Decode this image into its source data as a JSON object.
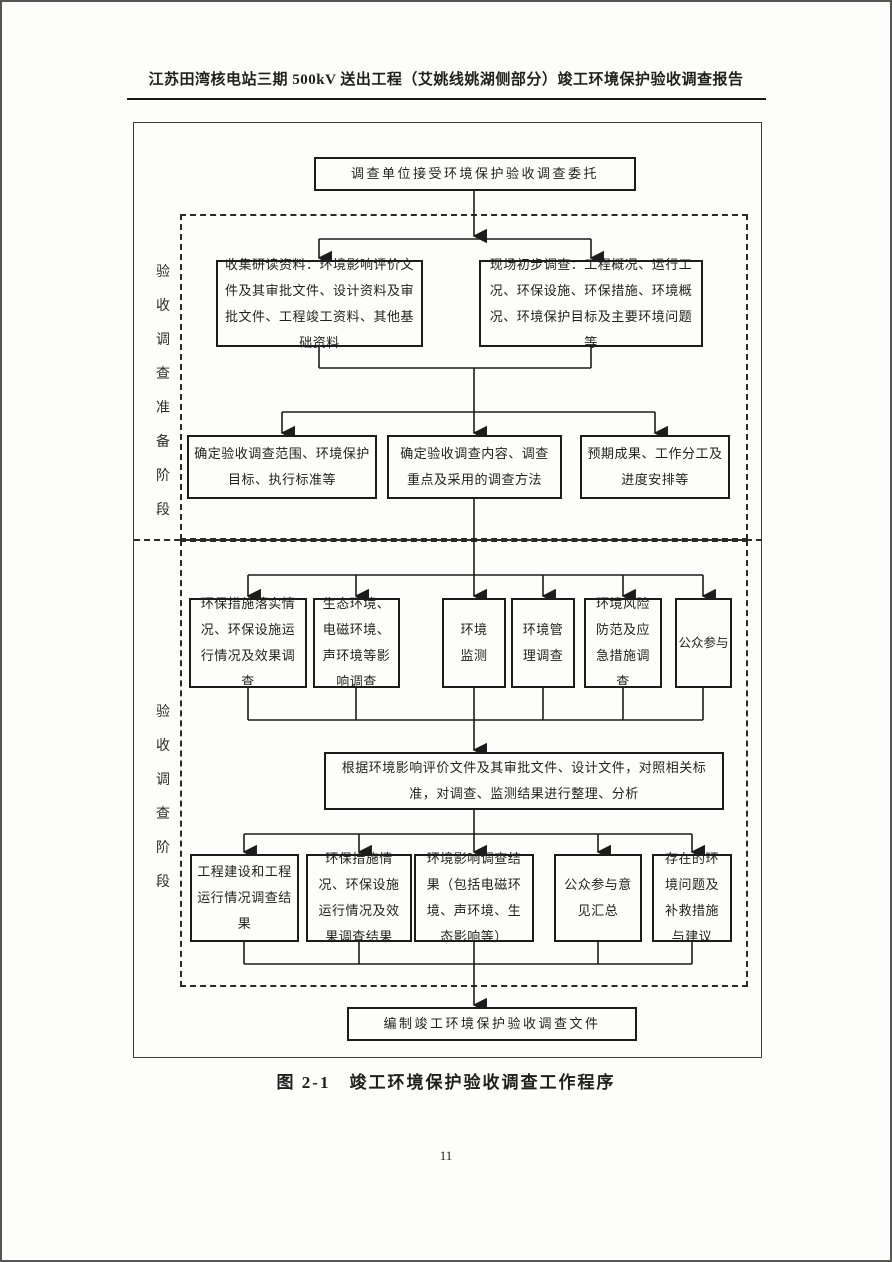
{
  "header": {
    "title": "江苏田湾核电站三期 500kV 送出工程（艾姚线姚湖侧部分）竣工环境保护验收调查报告"
  },
  "figure": {
    "caption": "图 2-1　竣工环境保护验收调查工作程序",
    "stages": {
      "prepare": "验收调查准备阶段",
      "survey": "验收调查阶段"
    },
    "nodes": {
      "start": "调查单位接受环境保护验收调查委托",
      "collect": "收集研读资料：环境影响评价文件及其审批文件、设计资料及审批文件、工程竣工资料、其他基础资料",
      "site_survey": "现场初步调查：工程概况、运行工况、环保设施、环保措施、环境概况、环境保护目标及主要环境问题等",
      "scope": "确定验收调查范围、环境保护目标、执行标准等",
      "content": "确定验收调查内容、调查重点及采用的调查方法",
      "plan": "预期成果、工作分工及进度安排等",
      "measures_survey": "环保措施落实情况、环保设施运行情况及效果调查",
      "impact_survey": "生态环境、电磁环境、声环境等影响调查",
      "monitoring": "环境监测",
      "management": "环境管理调查",
      "risk": "环境风险防范及应急措施调查",
      "public": "公众参与",
      "analysis": "根据环境影响评价文件及其审批文件、设计文件，对照相关标准，对调查、监测结果进行整理、分析",
      "result_project": "工程建设和工程运行情况调查结果",
      "result_measures": "环保措施情况、环保设施运行情况及效果调查结果",
      "result_impact": "环境影响调查结果（包括电磁环境、声环境、生态影响等）",
      "result_public": "公众参与意见汇总",
      "result_issues": "存在的环境问题及补救措施与建议",
      "final": "编制竣工环境保护验收调查文件"
    }
  },
  "footer": {
    "page_number": "11"
  },
  "colors": {
    "ink": "#1f1f1f",
    "background": "#fdfdfc"
  }
}
